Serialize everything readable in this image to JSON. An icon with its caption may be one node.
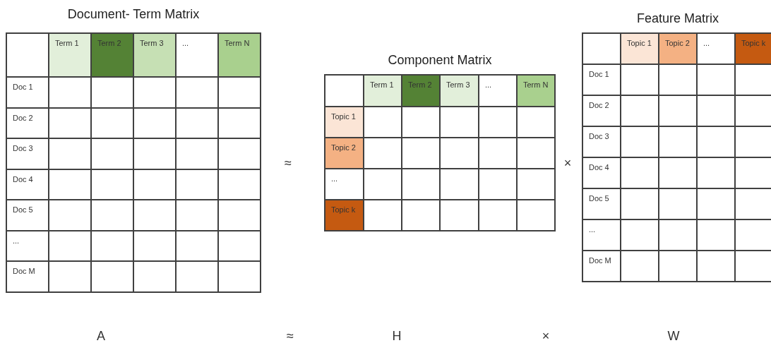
{
  "diagram": {
    "nodes": [
      {
        "text": [
          "Document- Term Matrix"
        ]
      },
      {
        "text": [
          "Component Matrix"
        ]
      },
      {
        "text": [
          "Feature Matrix"
        ]
      }
    ],
    "labels": [
      "Term 1",
      "Term 2",
      "Term 3",
      "...",
      "Term N",
      "Doc 1",
      "Doc 2",
      "Doc 3",
      "Doc 4",
      "Doc 5",
      "...",
      "Doc M",
      "≈",
      "Term 1",
      "Term 2",
      "Term 3",
      "...",
      "Term N",
      "Topic 1",
      "Topic 2",
      "...",
      "Topic k",
      "×",
      "Topic 1",
      "Topic 2",
      "...",
      "Topic k",
      "Doc 1",
      "Doc 2",
      "Doc 3",
      "Doc 4",
      "Doc 5",
      "...",
      "Doc M",
      "A",
      "≈",
      "H",
      "×",
      "W"
    ]
  }
}
